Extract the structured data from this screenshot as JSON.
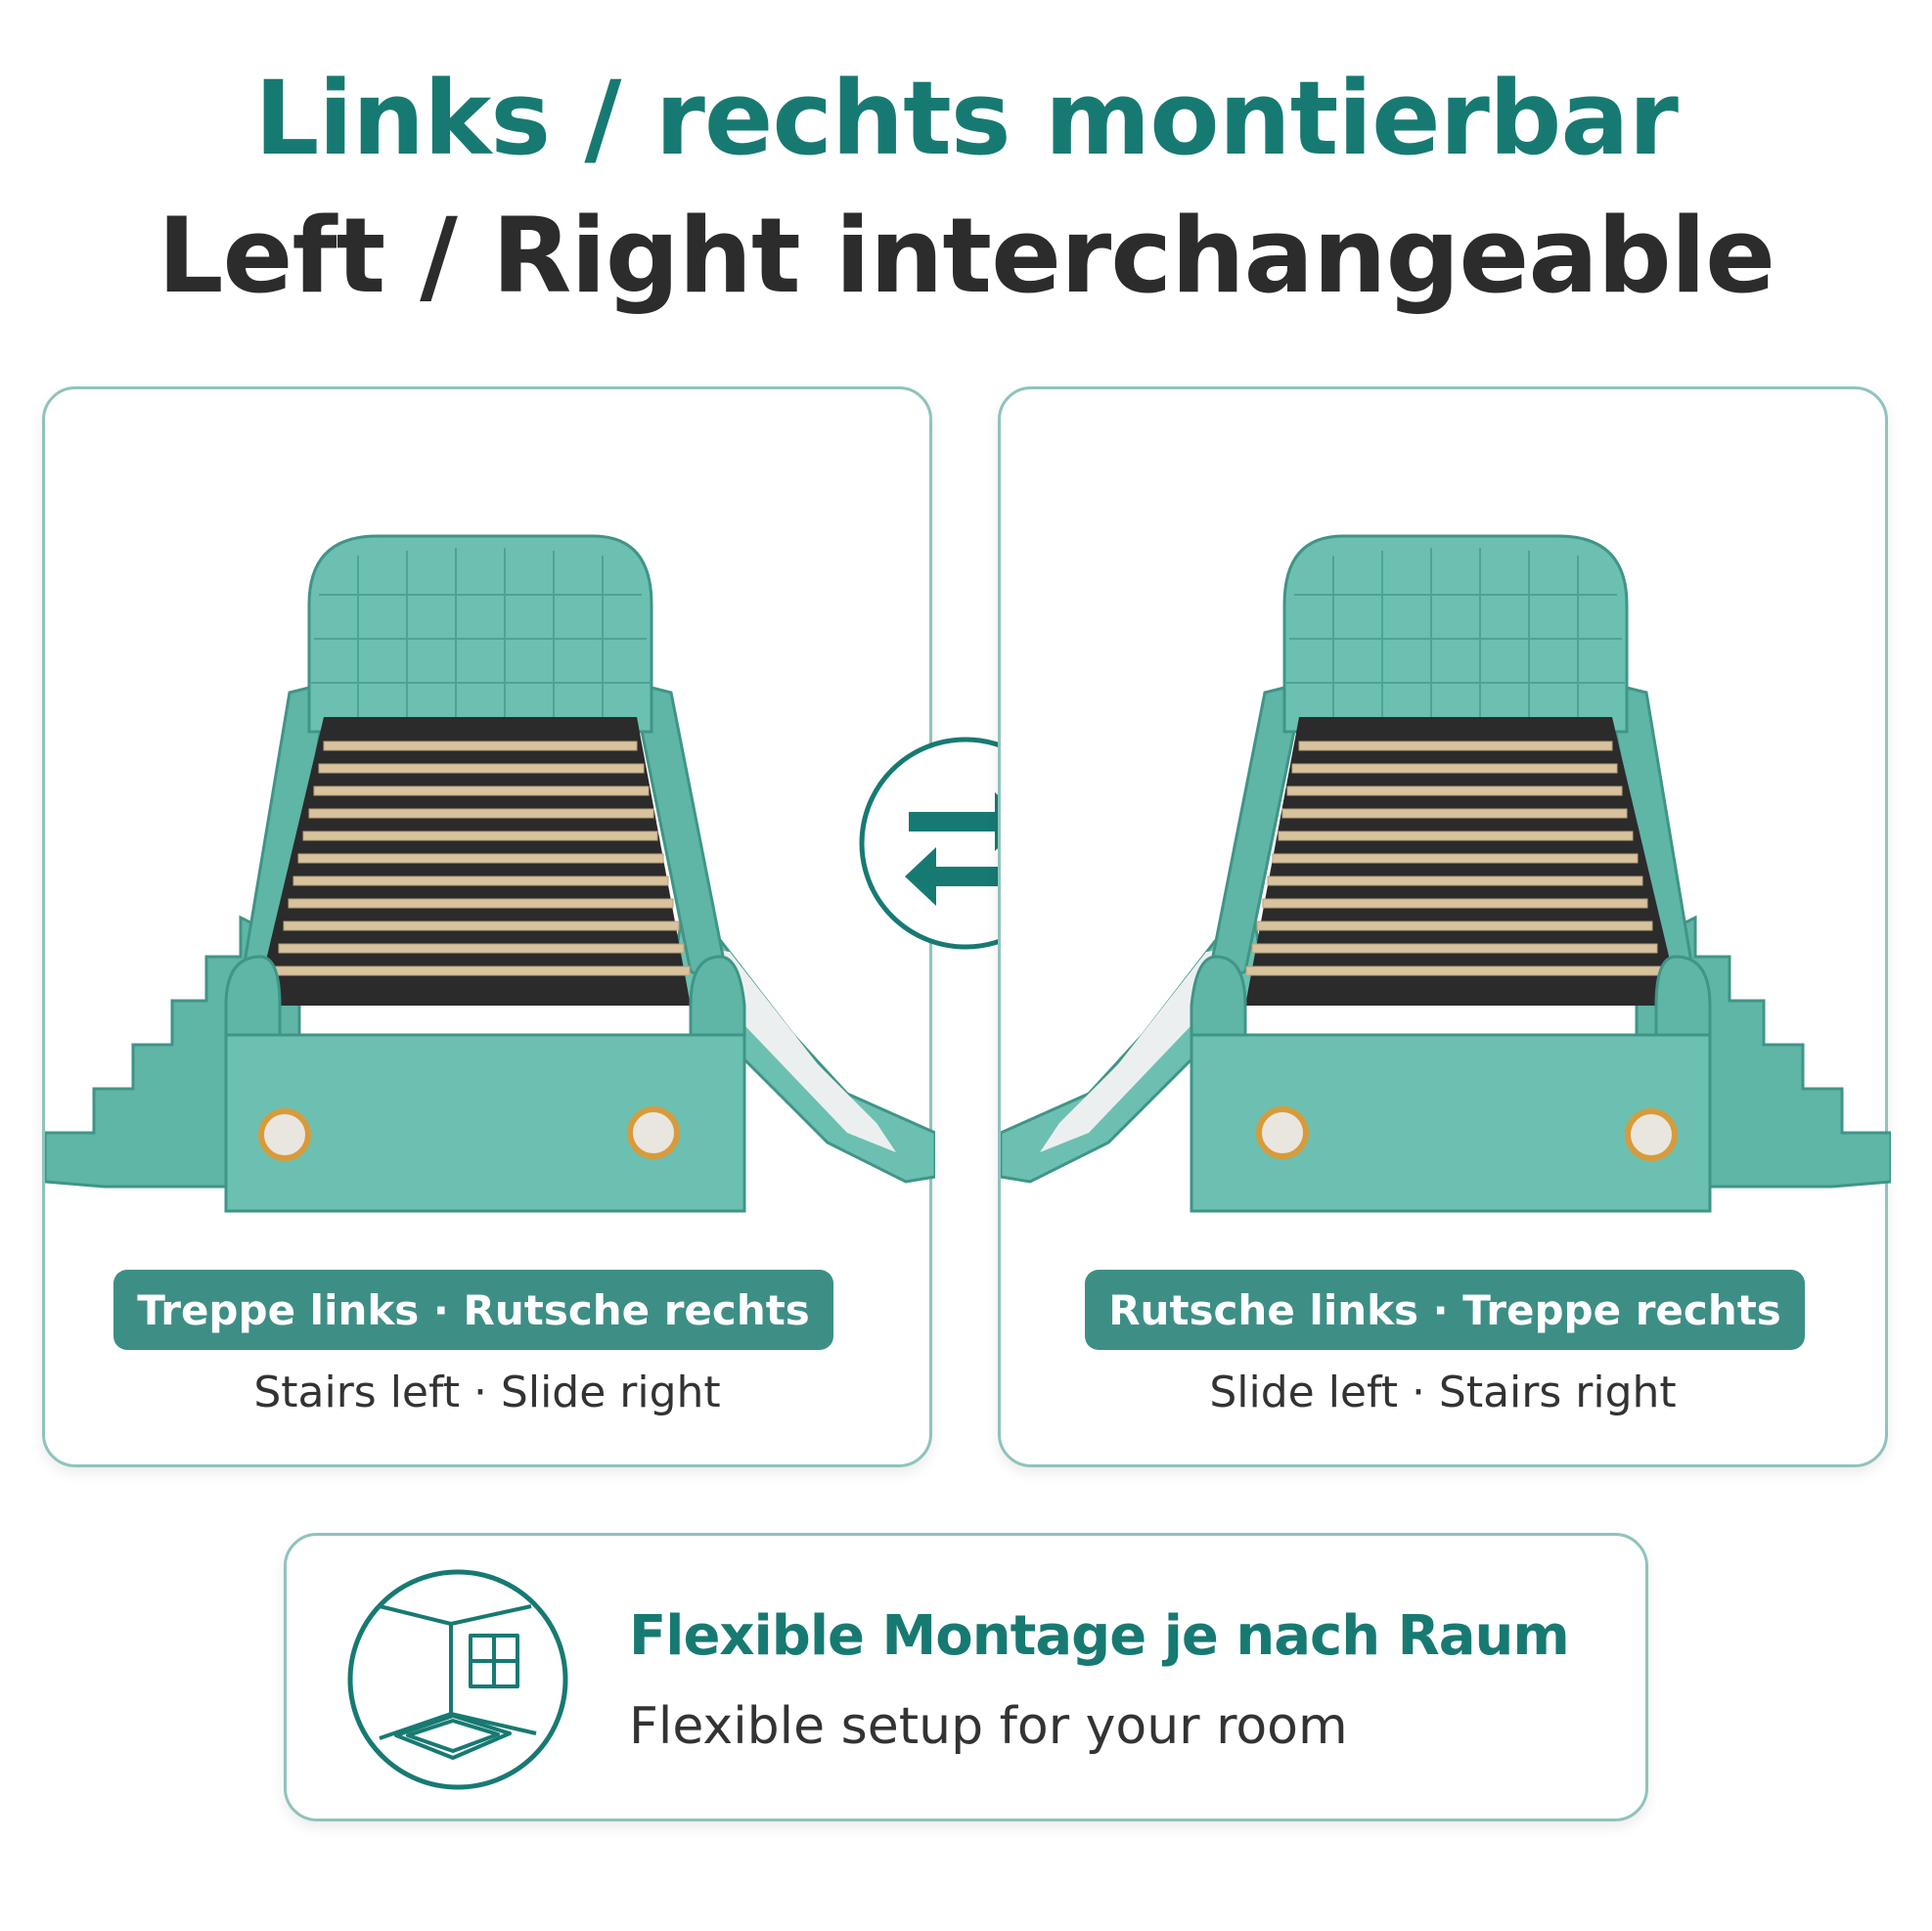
{
  "header": {
    "title_de": "Links / rechts montierbar",
    "title_en": "Left / Right interchangeable"
  },
  "cards": [
    {
      "label_de": "Treppe links · Rutsche rechts",
      "label_en": "Stairs left · Slide right"
    },
    {
      "label_de": "Rutsche links · Treppe rechts",
      "label_en": "Slide left · Stairs right"
    }
  ],
  "banner": {
    "title_de": "Flexible Montage je nach Raum",
    "title_en": "Flexible setup for your room"
  },
  "icons": {
    "swap": "swap-arrows-icon",
    "room": "room-corner-icon"
  },
  "colors": {
    "accent": "#177a72",
    "pill": "#3d8f85",
    "bed": "#6cc0b1",
    "border": "#8fc3bc",
    "slats": "#d8c39e"
  }
}
